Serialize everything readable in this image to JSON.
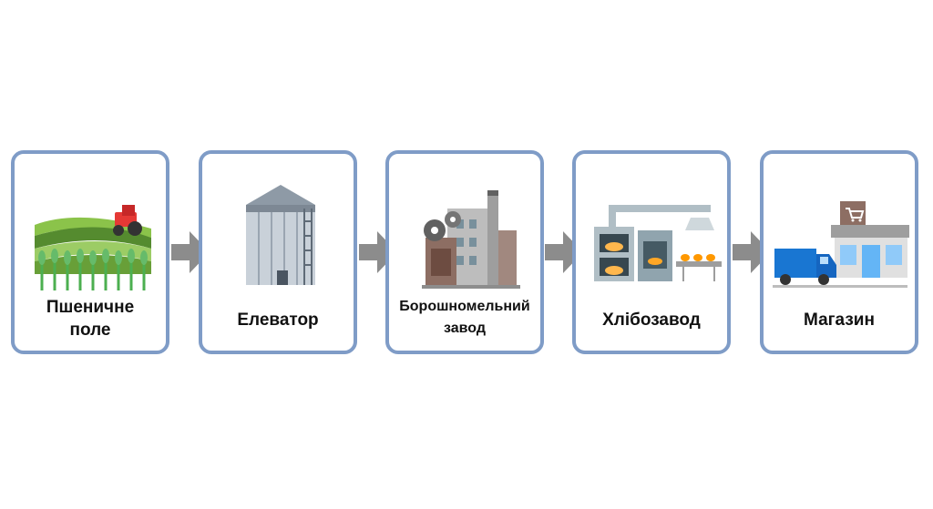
{
  "stages": [
    {
      "id": "field",
      "line1": "Пшеничне",
      "line2": "поле",
      "icon": "wheat-field-tractor-icon"
    },
    {
      "id": "elevator",
      "line1": "Елеватор",
      "line2": "",
      "icon": "grain-silo-icon"
    },
    {
      "id": "mill",
      "line1": "Борошномельний",
      "line2": "завод",
      "icon": "factory-gears-icon"
    },
    {
      "id": "bakery",
      "line1": "Хлібозавод",
      "line2": "",
      "icon": "bakery-ovens-conveyor-icon"
    },
    {
      "id": "store",
      "line1": "Магазин",
      "line2": "",
      "icon": "store-truck-icon"
    }
  ],
  "colors": {
    "border": "#7f9cc7",
    "arrow": "#8c8c8c"
  }
}
